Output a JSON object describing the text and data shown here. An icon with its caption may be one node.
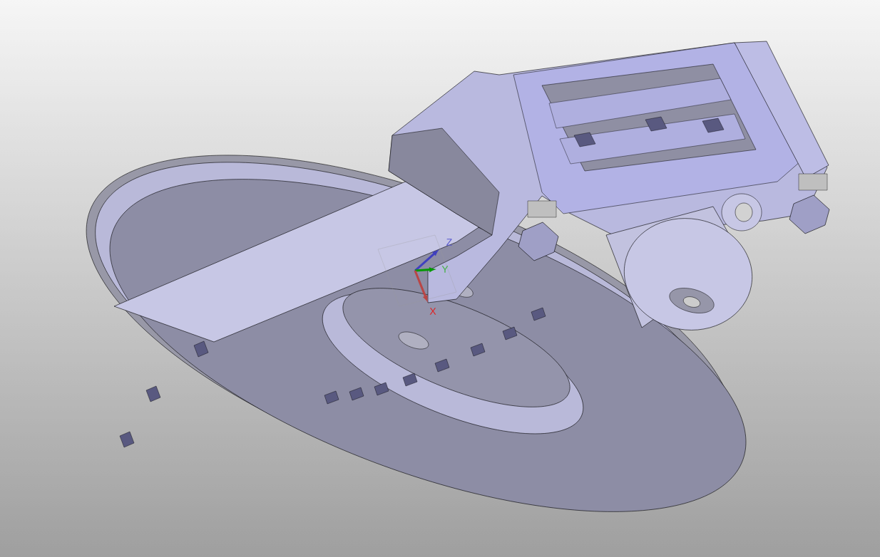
{
  "diagram": {
    "labels": [
      "Z",
      "Y",
      "X"
    ]
  }
}
